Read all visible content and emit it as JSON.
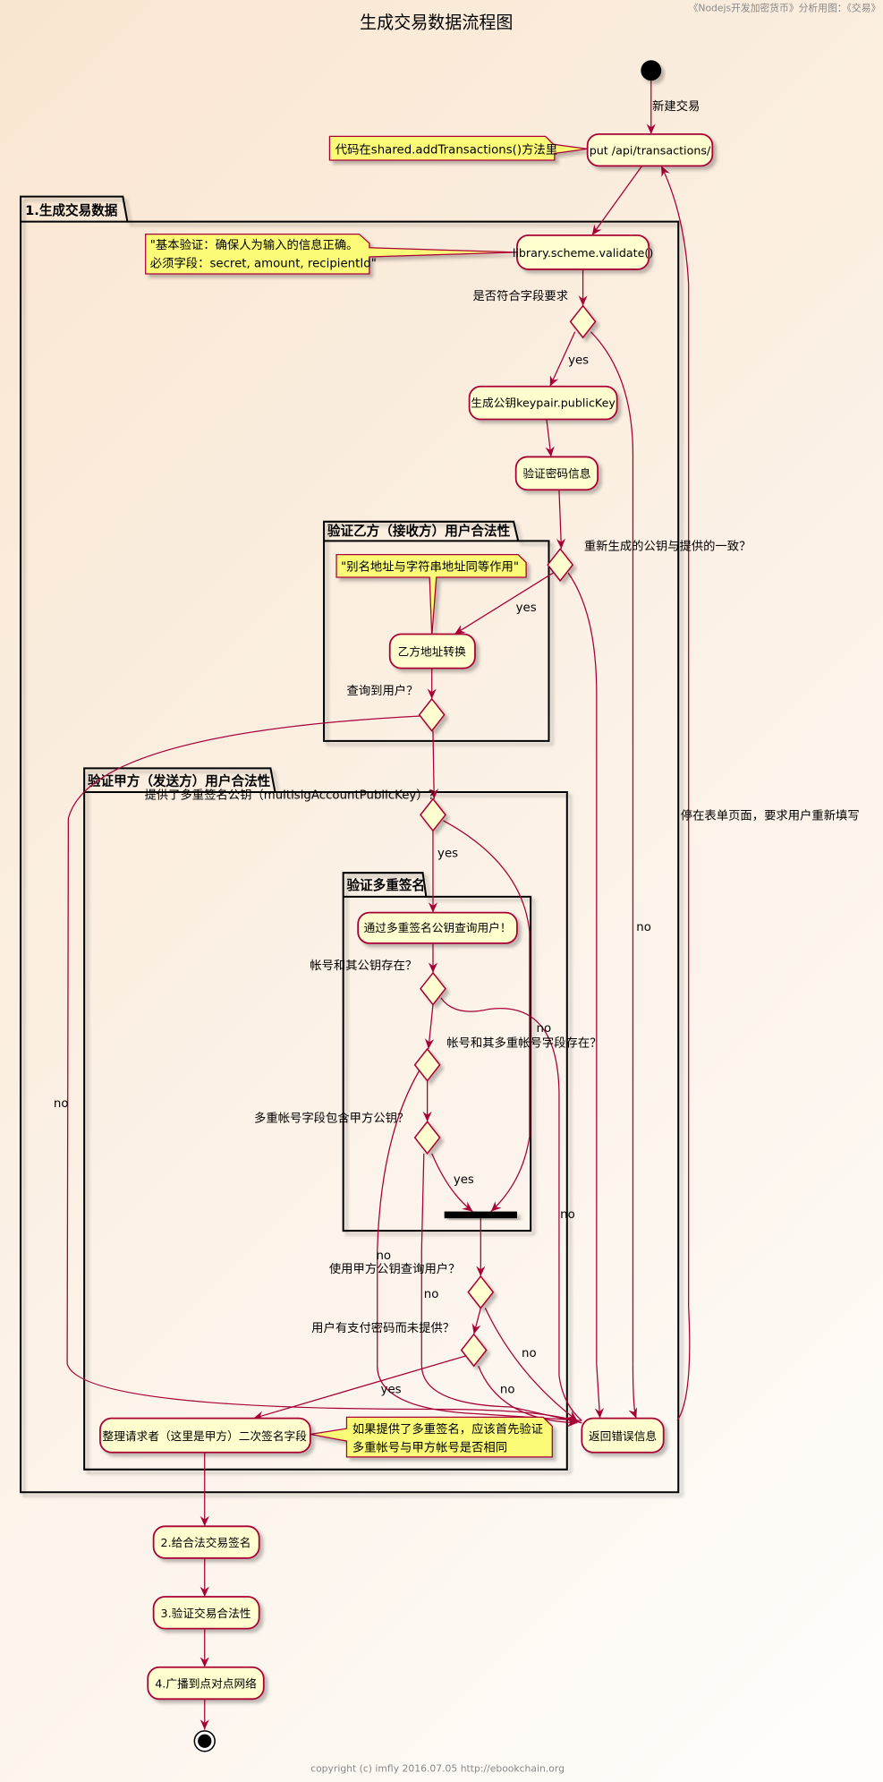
{
  "header": {
    "caption": "《Nodejs开发加密货币》分析用图：《交易》",
    "title": "生成交易数据流程图",
    "footer": "copyright (c) imfly 2016.07.05 http://ebookchain.org"
  },
  "colors": {
    "arrow": "#A80036",
    "activity_fill": "#FEFECE",
    "note_fill": "#FBFB77"
  },
  "packages": {
    "main": "1.生成交易数据",
    "payee": "验证乙方（接收方）用户合法性",
    "payer": "验证甲方（发送方）用户合法性",
    "multisig": "验证多重签名"
  },
  "activities": {
    "put": "put /api/transactions/",
    "validate": "library.scheme.validate()",
    "keypair": "生成公钥keypair.publicKey",
    "password": "验证密码信息",
    "payee_convert": "乙方地址转换",
    "multisig_query": "通过多重签名公钥查询用户！",
    "arrange": "整理请求者（这里是甲方）二次签名字段",
    "error": "返回错误信息",
    "sign": "2.给合法交易签名",
    "verify": "3.验证交易合法性",
    "broadcast": "4.广播到点对点网络"
  },
  "notes": {
    "put": "代码在shared.addTransactions()方法里",
    "validate_1": "\"基本验证：确保人为输入的信息正确。",
    "validate_2": "必须字段：secret, amount, recipientId\"",
    "alias": "\"别名地址与字符串地址同等作用\"",
    "multisig_1": "如果提供了多重签名，应该首先验证",
    "multisig_2": "多重帐号与甲方帐号是否相同"
  },
  "decisions": {
    "fields": "是否符合字段要求",
    "pubkey_match": "重新生成的公钥与提供的一致？",
    "user_found": "查询到用户？",
    "multisig_provided": "提供了多重签名公钥（multisigAccountPublicKey）？",
    "account_key_exists": "帐号和其公钥存在？",
    "account_multisig_exists": "帐号和其多重帐号字段存在？",
    "contains_payer_key": "多重帐号字段包含甲方公钥？",
    "query_by_payer_key": "使用甲方公钥查询用户？",
    "password_missing": "用户有支付密码而未提供？"
  },
  "edge_labels": {
    "new_tx": "新建交易",
    "back_to_form": "停在表单页面，要求用户重新填写",
    "yes": "yes",
    "no": "no"
  }
}
